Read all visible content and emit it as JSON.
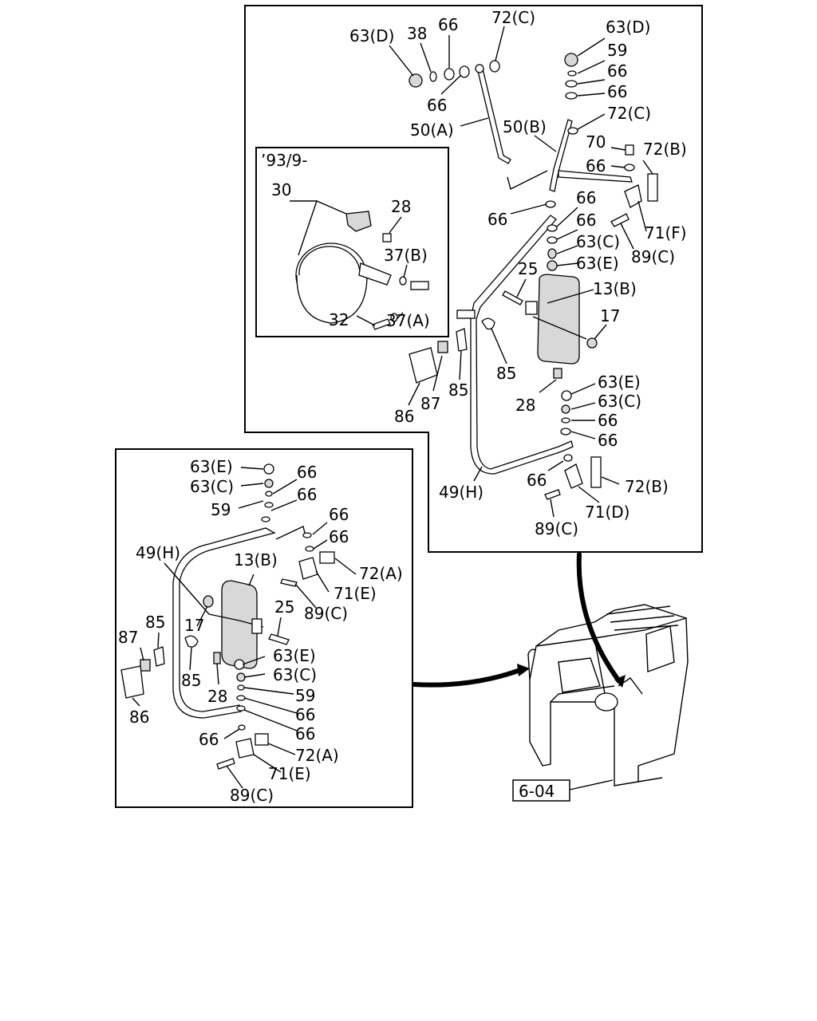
{
  "diagram": {
    "inset_date": "’93/9-",
    "ref_code": "6-04",
    "upper_labels": [
      "63(D)",
      "38",
      "66",
      "72(C)",
      "66",
      "50(A)",
      "50(B)",
      "63(D)",
      "59",
      "66",
      "66",
      "72(C)",
      "70",
      "72(B)",
      "66",
      "66",
      "66",
      "66",
      "63(C)",
      "63(E)",
      "71(F)",
      "89(C)",
      "25",
      "13(B)",
      "17",
      "85",
      "87",
      "85",
      "86",
      "28",
      "63(E)",
      "63(C)",
      "66",
      "66",
      "49(H)",
      "66",
      "72(B)",
      "71(D)",
      "89(C)"
    ],
    "inset_labels": [
      "30",
      "28",
      "37(B)",
      "32",
      "37(A)"
    ],
    "lower_labels": [
      "63(E)",
      "63(C)",
      "66",
      "59",
      "66",
      "66",
      "66",
      "49(H)",
      "13(B)",
      "72(A)",
      "71(E)",
      "25",
      "89(C)",
      "85",
      "17",
      "87",
      "63(E)",
      "63(C)",
      "85",
      "28",
      "59",
      "66",
      "86",
      "66",
      "66",
      "72(A)",
      "71(E)",
      "89(C)"
    ]
  }
}
